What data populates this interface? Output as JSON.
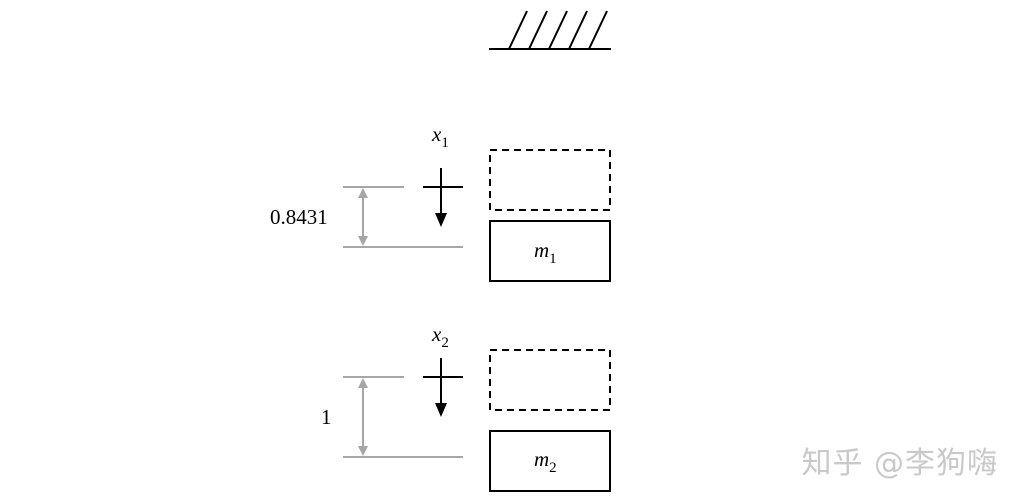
{
  "diagram": {
    "mass1": {
      "name": "m",
      "sub": "1"
    },
    "mass2": {
      "name": "m",
      "sub": "2"
    },
    "disp1": {
      "name": "x",
      "sub": "1"
    },
    "disp2": {
      "name": "x",
      "sub": "2"
    },
    "amp1": "0.8431",
    "amp2": "1"
  },
  "watermark": "知乎 @李狗嗨",
  "colors": {
    "line": "#000000",
    "dimension": "#a6a6a6",
    "watermark": "#c9c9c9"
  }
}
